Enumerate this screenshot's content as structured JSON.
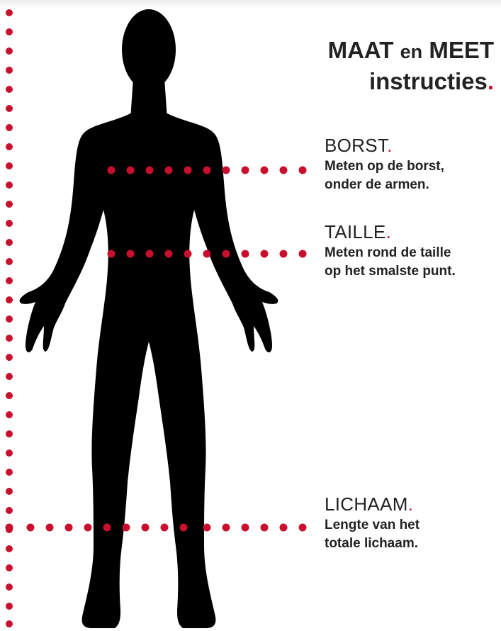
{
  "title": {
    "word1": "MAAT",
    "connector": "en",
    "word2": "MEET",
    "line2": "instructies",
    "accent_dot": "."
  },
  "measurements": [
    {
      "label": "BORST",
      "dot": ".",
      "line1": "Meten op de borst,",
      "line2": "onder de armen."
    },
    {
      "label": "TAILLE",
      "dot": ".",
      "line1": "Meten rond de taille",
      "line2": "op het smalste punt."
    },
    {
      "label": "LICHAAM",
      "dot": ".",
      "line1": "Lengte van het",
      "line2": "totale lichaam."
    }
  ],
  "colors": {
    "accent": "#c8102e",
    "silhouette": "#000000",
    "text": "#222222"
  },
  "icons": {
    "figure": "human-body-silhouette"
  }
}
